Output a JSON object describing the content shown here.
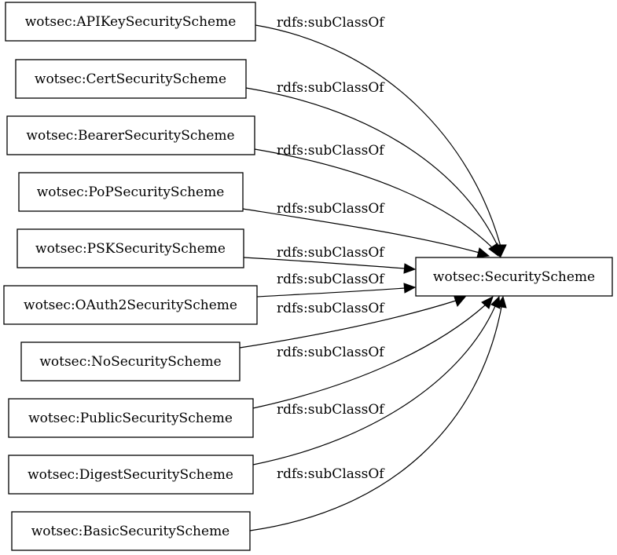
{
  "diagram": {
    "target": "wotsec:SecurityScheme",
    "edge_label": "rdfs:subClassOf",
    "sources": [
      "wotsec:APIKeySecurityScheme",
      "wotsec:CertSecurityScheme",
      "wotsec:BearerSecurityScheme",
      "wotsec:PoPSecurityScheme",
      "wotsec:PSKSecurityScheme",
      "wotsec:OAuth2SecurityScheme",
      "wotsec:NoSecurityScheme",
      "wotsec:PublicSecurityScheme",
      "wotsec:DigestSecurityScheme",
      "wotsec:BasicSecurityScheme"
    ]
  }
}
